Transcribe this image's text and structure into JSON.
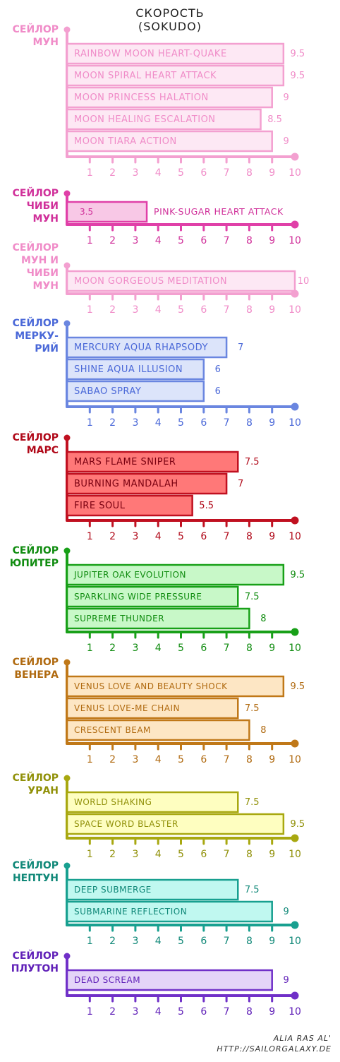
{
  "header": {
    "title_line1": "СКОРОСТЬ",
    "title_line2": "(SOKUDO)"
  },
  "footer": {
    "author": "ALIA RAS AL'",
    "url": "HTTP://SAILORGALAXY.DE"
  },
  "chart_data": [
    {
      "type": "bar",
      "orientation": "horizontal",
      "character": "СЕЙЛОР МУН",
      "character_lines": [
        "СЕЙЛОР",
        "МУН"
      ],
      "color": "#f3a0d0",
      "text_color": "#f08cc8",
      "fill": "#fde8f4",
      "categories": [
        "RAINBOW MOON HEART-QUAKE",
        "MOON SPIRAL HEART ATTACK",
        "MOON PRINCESS HALATION",
        "MOON HEALING ESCALATION",
        "MOON TIARA ACTION"
      ],
      "values": [
        9.5,
        9.5,
        9,
        8.5,
        9
      ],
      "value_labels": [
        "9.5",
        "9.5",
        "9",
        "8.5",
        "9"
      ],
      "xlim": [
        0,
        10
      ],
      "ticks": [
        1,
        2,
        3,
        4,
        5,
        6,
        7,
        8,
        9,
        10
      ]
    },
    {
      "type": "bar",
      "orientation": "horizontal",
      "character": "СЕЙЛОР ЧИБИ МУН",
      "character_lines": [
        "СЕЙЛОР",
        "ЧИБИ",
        "МУН"
      ],
      "color": "#e040a8",
      "text_color": "#d0309a",
      "fill": "#f8c8e6",
      "categories": [
        "PINK-SUGAR HEART ATTACK"
      ],
      "values": [
        3.5
      ],
      "value_labels": [
        "3.5"
      ],
      "xlim": [
        0,
        10
      ],
      "ticks": [
        1,
        2,
        3,
        4,
        5,
        6,
        7,
        8,
        9,
        10
      ]
    },
    {
      "type": "bar",
      "orientation": "horizontal",
      "character": "СЕЙЛОР МУН И ЧИБИ МУН",
      "character_lines": [
        "СЕЙЛОР",
        "МУН И",
        "ЧИБИ",
        "МУН"
      ],
      "color": "#f3a0d0",
      "text_color": "#f08cc8",
      "fill": "#fde8f4",
      "categories": [
        "MOON GORGEOUS MEDITATION"
      ],
      "values": [
        10
      ],
      "value_labels": [
        "10"
      ],
      "xlim": [
        0,
        10
      ],
      "ticks": [
        1,
        2,
        3,
        4,
        5,
        6,
        7,
        8,
        9,
        10
      ]
    },
    {
      "type": "bar",
      "orientation": "horizontal",
      "character": "СЕЙЛОР МЕРКУРИЙ",
      "character_lines": [
        "СЕЙЛОР",
        "МЕРКУ-",
        "РИЙ"
      ],
      "color": "#6a86e0",
      "text_color": "#4a68d8",
      "fill": "#dce4fa",
      "categories": [
        "MERCURY AQUA RHAPSODY",
        "SHINE AQUA ILLUSION",
        "SABAO SPRAY"
      ],
      "values": [
        7,
        6,
        6
      ],
      "value_labels": [
        "7",
        "6",
        "6"
      ],
      "xlim": [
        0,
        10
      ],
      "ticks": [
        1,
        2,
        3,
        4,
        5,
        6,
        7,
        8,
        9,
        10
      ]
    },
    {
      "type": "bar",
      "orientation": "horizontal",
      "character": "СЕЙЛОР МАРС",
      "character_lines": [
        "СЕЙЛОР",
        "МАРС"
      ],
      "color": "#c01020",
      "text_color": "#b00818",
      "fill": "#ff7878",
      "categories": [
        "MARS FLAME SNIPER",
        "BURNING MANDALAH",
        "FIRE SOUL"
      ],
      "values": [
        7.5,
        7,
        5.5
      ],
      "value_labels": [
        "7.5",
        "7",
        "5.5"
      ],
      "xlim": [
        0,
        10
      ],
      "ticks": [
        1,
        2,
        3,
        4,
        5,
        6,
        7,
        8,
        9,
        10
      ]
    },
    {
      "type": "bar",
      "orientation": "horizontal",
      "character": "СЕЙЛОР ЮПИТЕР",
      "character_lines": [
        "СЕЙЛОР",
        "ЮПИТЕР"
      ],
      "color": "#18a018",
      "text_color": "#108c10",
      "fill": "#c8f8c8",
      "categories": [
        "JUPITER OAK EVOLUTION",
        "SPARKLING WIDE PRESSURE",
        "SUPREME THUNDER"
      ],
      "values": [
        9.5,
        7.5,
        8
      ],
      "value_labels": [
        "9.5",
        "7.5",
        "8"
      ],
      "xlim": [
        0,
        10
      ],
      "ticks": [
        1,
        2,
        3,
        4,
        5,
        6,
        7,
        8,
        9,
        10
      ]
    },
    {
      "type": "bar",
      "orientation": "horizontal",
      "character": "СЕЙЛОР ВЕНЕРА",
      "character_lines": [
        "СЕЙЛОР",
        "ВЕНЕРА"
      ],
      "color": "#c07818",
      "text_color": "#b06a10",
      "fill": "#fde6c4",
      "categories": [
        "VENUS LOVE AND BEAUTY SHOCK",
        "VENUS LOVE-ME CHAIN",
        "CRESCENT BEAM"
      ],
      "values": [
        9.5,
        7.5,
        8
      ],
      "value_labels": [
        "9.5",
        "7.5",
        "8"
      ],
      "xlim": [
        0,
        10
      ],
      "ticks": [
        1,
        2,
        3,
        4,
        5,
        6,
        7,
        8,
        9,
        10
      ]
    },
    {
      "type": "bar",
      "orientation": "horizontal",
      "character": "СЕЙЛОР УРАН",
      "character_lines": [
        "СЕЙЛОР",
        "УРАН"
      ],
      "color": "#a8a810",
      "text_color": "#909008",
      "fill": "#fefec0",
      "categories": [
        "WORLD SHAKING",
        "SPACE WORD BLASTER"
      ],
      "values": [
        7.5,
        9.5
      ],
      "value_labels": [
        "7.5",
        "9.5"
      ],
      "xlim": [
        0,
        10
      ],
      "ticks": [
        1,
        2,
        3,
        4,
        5,
        6,
        7,
        8,
        9,
        10
      ]
    },
    {
      "type": "bar",
      "orientation": "horizontal",
      "character": "СЕЙЛОР НЕПТУН",
      "character_lines": [
        "СЕЙЛОР",
        "НЕПТУН"
      ],
      "color": "#18a090",
      "text_color": "#108878",
      "fill": "#c0f8f0",
      "categories": [
        "DEEP SUBMERGE",
        "SUBMARINE REFLECTION"
      ],
      "values": [
        7.5,
        9
      ],
      "value_labels": [
        "7.5",
        "9"
      ],
      "xlim": [
        0,
        10
      ],
      "ticks": [
        1,
        2,
        3,
        4,
        5,
        6,
        7,
        8,
        9,
        10
      ]
    },
    {
      "type": "bar",
      "orientation": "horizontal",
      "character": "СЕЙЛОР ПЛУТОН",
      "character_lines": [
        "СЕЙЛОР",
        "ПЛУТОН"
      ],
      "color": "#7030c8",
      "text_color": "#6020b8",
      "fill": "#e4d4f8",
      "categories": [
        "DEAD SCREAM"
      ],
      "values": [
        9
      ],
      "value_labels": [
        "9"
      ],
      "xlim": [
        0,
        10
      ],
      "ticks": [
        1,
        2,
        3,
        4,
        5,
        6,
        7,
        8,
        9,
        10
      ]
    }
  ]
}
